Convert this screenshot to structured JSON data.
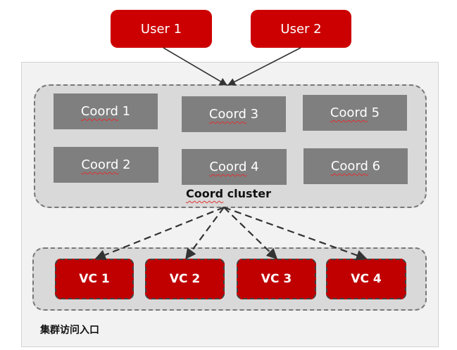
{
  "users": [
    {
      "label": "User 1"
    },
    {
      "label": "User 2"
    }
  ],
  "coords": [
    {
      "label": "Coord 1"
    },
    {
      "label": "Coord 2"
    },
    {
      "label": "Coord 3"
    },
    {
      "label": "Coord 4"
    },
    {
      "label": "Coord 5"
    },
    {
      "label": "Coord 6"
    }
  ],
  "coord_cluster_label": {
    "word1": "Coord",
    "word2": " cluster"
  },
  "vcs": [
    {
      "label": "VC 1"
    },
    {
      "label": "VC 2"
    },
    {
      "label": "VC 3"
    },
    {
      "label": "VC 4"
    }
  ],
  "entry_label": "集群访问入口",
  "colors": {
    "user_fill": "#cc0000",
    "vc_fill": "#c00000",
    "coord_fill": "#7f7f7f",
    "cluster_fill": "#d9d9d9"
  }
}
